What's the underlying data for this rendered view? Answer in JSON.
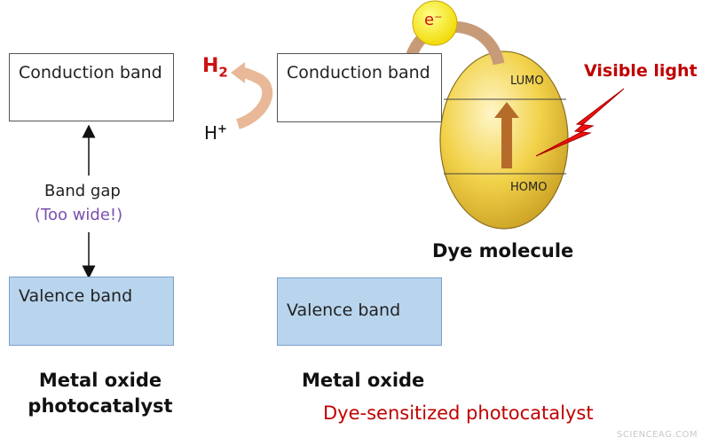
{
  "left": {
    "conduction_band": "Conduction band",
    "band_gap": "Band gap",
    "too_wide": "(Too wide!)",
    "valence_band": "Valence band",
    "caption_line1": "Metal oxide",
    "caption_line2": "photocatalyst"
  },
  "right": {
    "h2_base": "H",
    "h2_sub": "2",
    "h_plus_base": "H",
    "h_plus_sup": "+",
    "conduction_band": "Conduction band",
    "valence_band": "Valence band",
    "electron": "e⁻",
    "lumo": "LUMO",
    "homo": "HOMO",
    "visible_light": "Visible light",
    "dye_molecule": "Dye molecule",
    "caption_metal_oxide": "Metal oxide",
    "caption_dye": "Dye-sensitized photocatalyst"
  },
  "watermark": "SCIENCEAG.COM",
  "colors": {
    "valence_fill": "#b9d5ee",
    "dye_fill": "#f2d24a",
    "electron_fill": "#ffee00",
    "accent_red": "#c00000",
    "arrow_brown": "#b56b2a"
  }
}
